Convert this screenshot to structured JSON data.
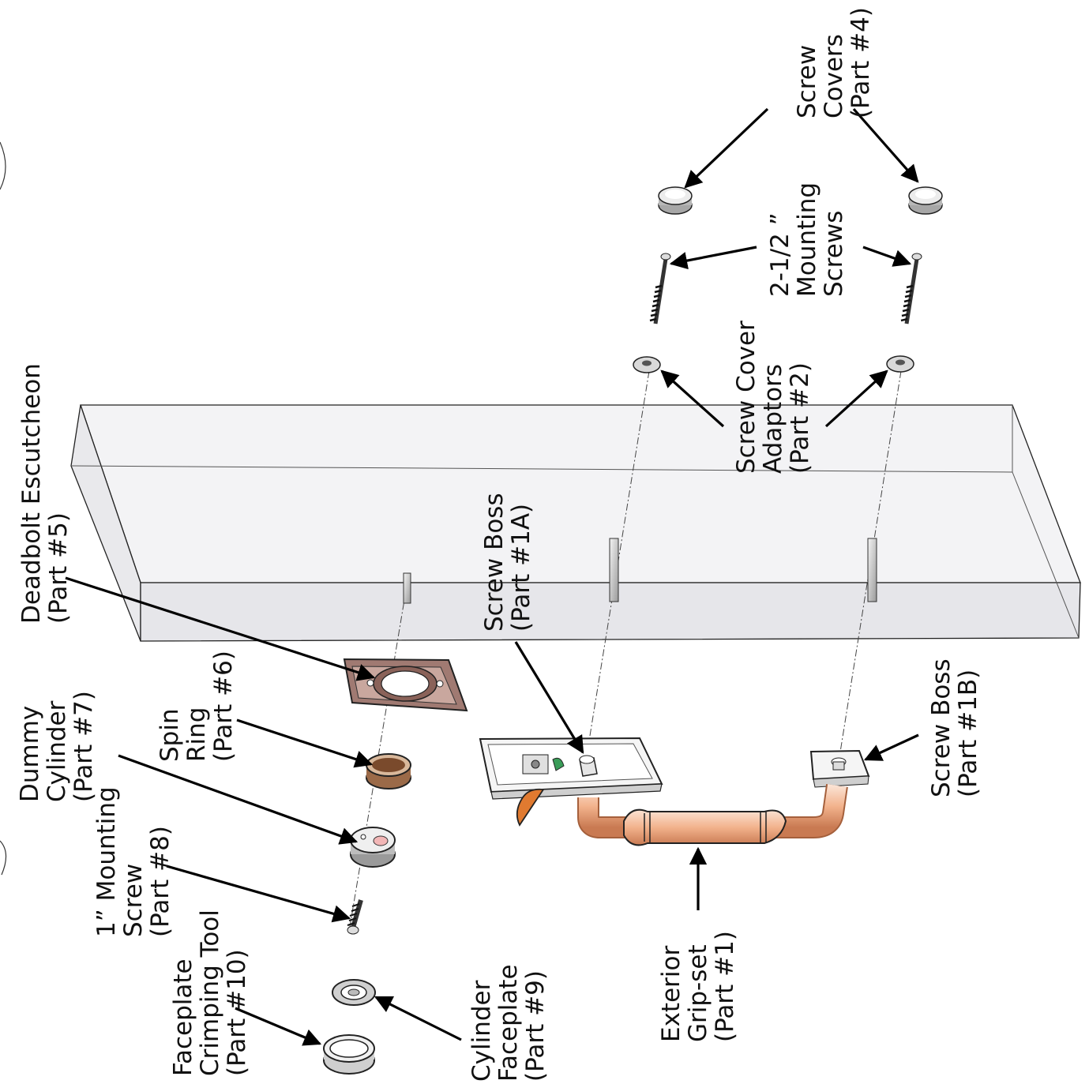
{
  "diagram": {
    "labels": {
      "deadbolt_escutcheon": [
        "Deadbolt Escutcheon",
        "(Part #5)"
      ],
      "screw_boss_1a": [
        "Screw Boss",
        "(Part #1A)"
      ],
      "screw_cover_adaptors": [
        "Screw Cover",
        "Adaptors",
        "(Part #2)"
      ],
      "mounting_screws": [
        "2-1/2 ”",
        "Mounting",
        "Screws"
      ],
      "screw_covers": [
        "Screw",
        "Covers",
        "(Part #4)"
      ],
      "spin_ring": [
        "Spin",
        "Ring",
        "(Part #6)"
      ],
      "dummy_cylinder": [
        "Dummy",
        "Cylinder",
        "(Part #7)"
      ],
      "mounting_screw_1in": [
        "1” Mounting",
        "Screw",
        "(Part #8)"
      ],
      "faceplate_crimping_tool": [
        "Faceplate",
        "Crimping Tool",
        "(Part #10)"
      ],
      "cylinder_faceplate": [
        "Cylinder",
        "Faceplate",
        "(Part #9)"
      ],
      "exterior_grip_set": [
        "Exterior",
        "Grip-set",
        "(Part #1)"
      ],
      "screw_boss_1b": [
        "Screw Boss",
        "(Part #1B)"
      ]
    },
    "colors": {
      "door_fill": "#f0f0f2",
      "escutcheon": "#a07a72",
      "grip_copper": "#f2b28c",
      "grip_highlight": "#fbe3d4",
      "lever_orange": "#e07a30",
      "spin_ring": "#9b6a48",
      "metal": "#d4d4d4"
    }
  }
}
